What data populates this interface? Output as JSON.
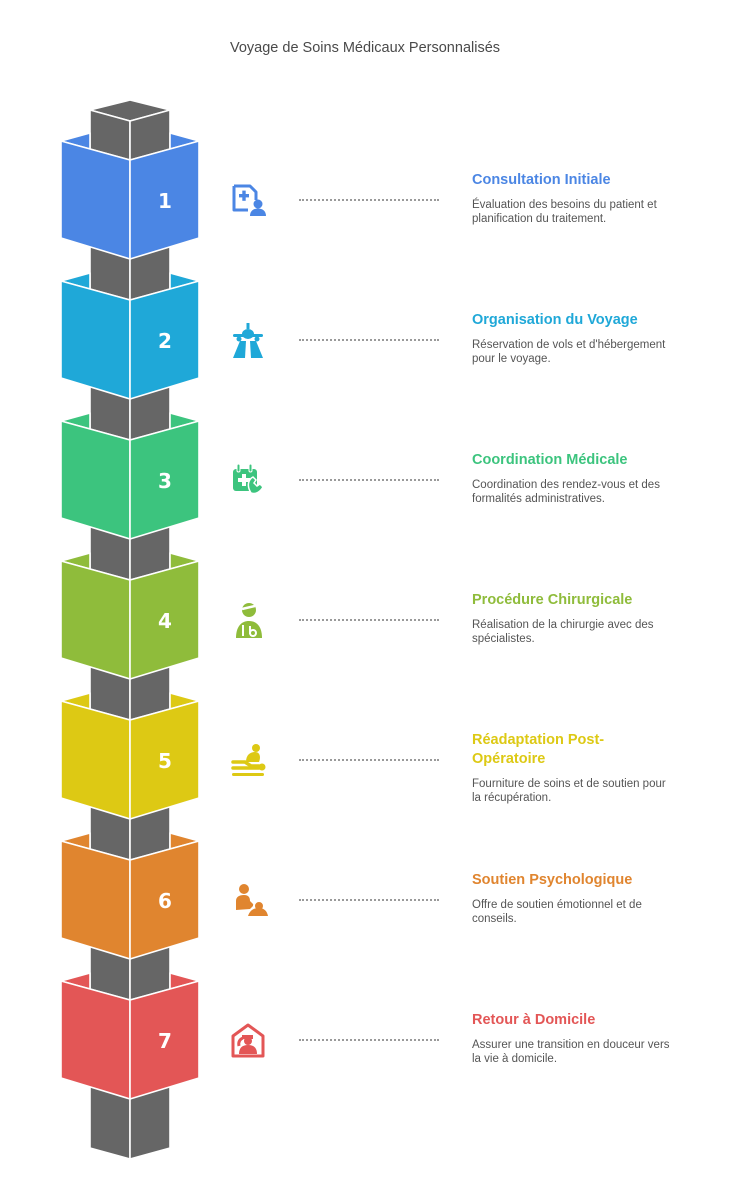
{
  "title": "Voyage de Soins Médicaux Personnalisés",
  "column_color": "#666666",
  "steps": [
    {
      "number": "1",
      "title": "Consultation Initiale",
      "description": "Évaluation des besoins du patient et planification du traitement.",
      "color": "#4b86e4",
      "icon": "medical-file-user-icon"
    },
    {
      "number": "2",
      "title": "Organisation du Voyage",
      "description": "Réservation de vols et d'hébergement pour le voyage.",
      "color": "#1fa8d8",
      "icon": "airplane-runway-icon"
    },
    {
      "number": "3",
      "title": "Coordination Médicale",
      "description": "Coordination des rendez-vous et des formalités administratives.",
      "color": "#3cc47e",
      "icon": "medical-calendar-phone-icon"
    },
    {
      "number": "4",
      "title": "Procédure Chirurgicale",
      "description": "Réalisation de la chirurgie avec des spécialistes.",
      "color": "#8fbc3b",
      "icon": "injured-patient-icon"
    },
    {
      "number": "5",
      "title": "Réadaptation Post-Opératoire",
      "description": "Fourniture de soins et de soutien pour la récupération.",
      "color": "#ddc914",
      "icon": "massage-therapy-icon"
    },
    {
      "number": "6",
      "title": "Soutien Psychologique",
      "description": "Offre de soutien émotionnel et de conseils.",
      "color": "#e0852f",
      "icon": "counseling-icon"
    },
    {
      "number": "7",
      "title": "Retour à Domicile",
      "description": "Assurer une transition en douceur vers la vie à domicile.",
      "color": "#e35656",
      "icon": "home-return-icon"
    }
  ]
}
